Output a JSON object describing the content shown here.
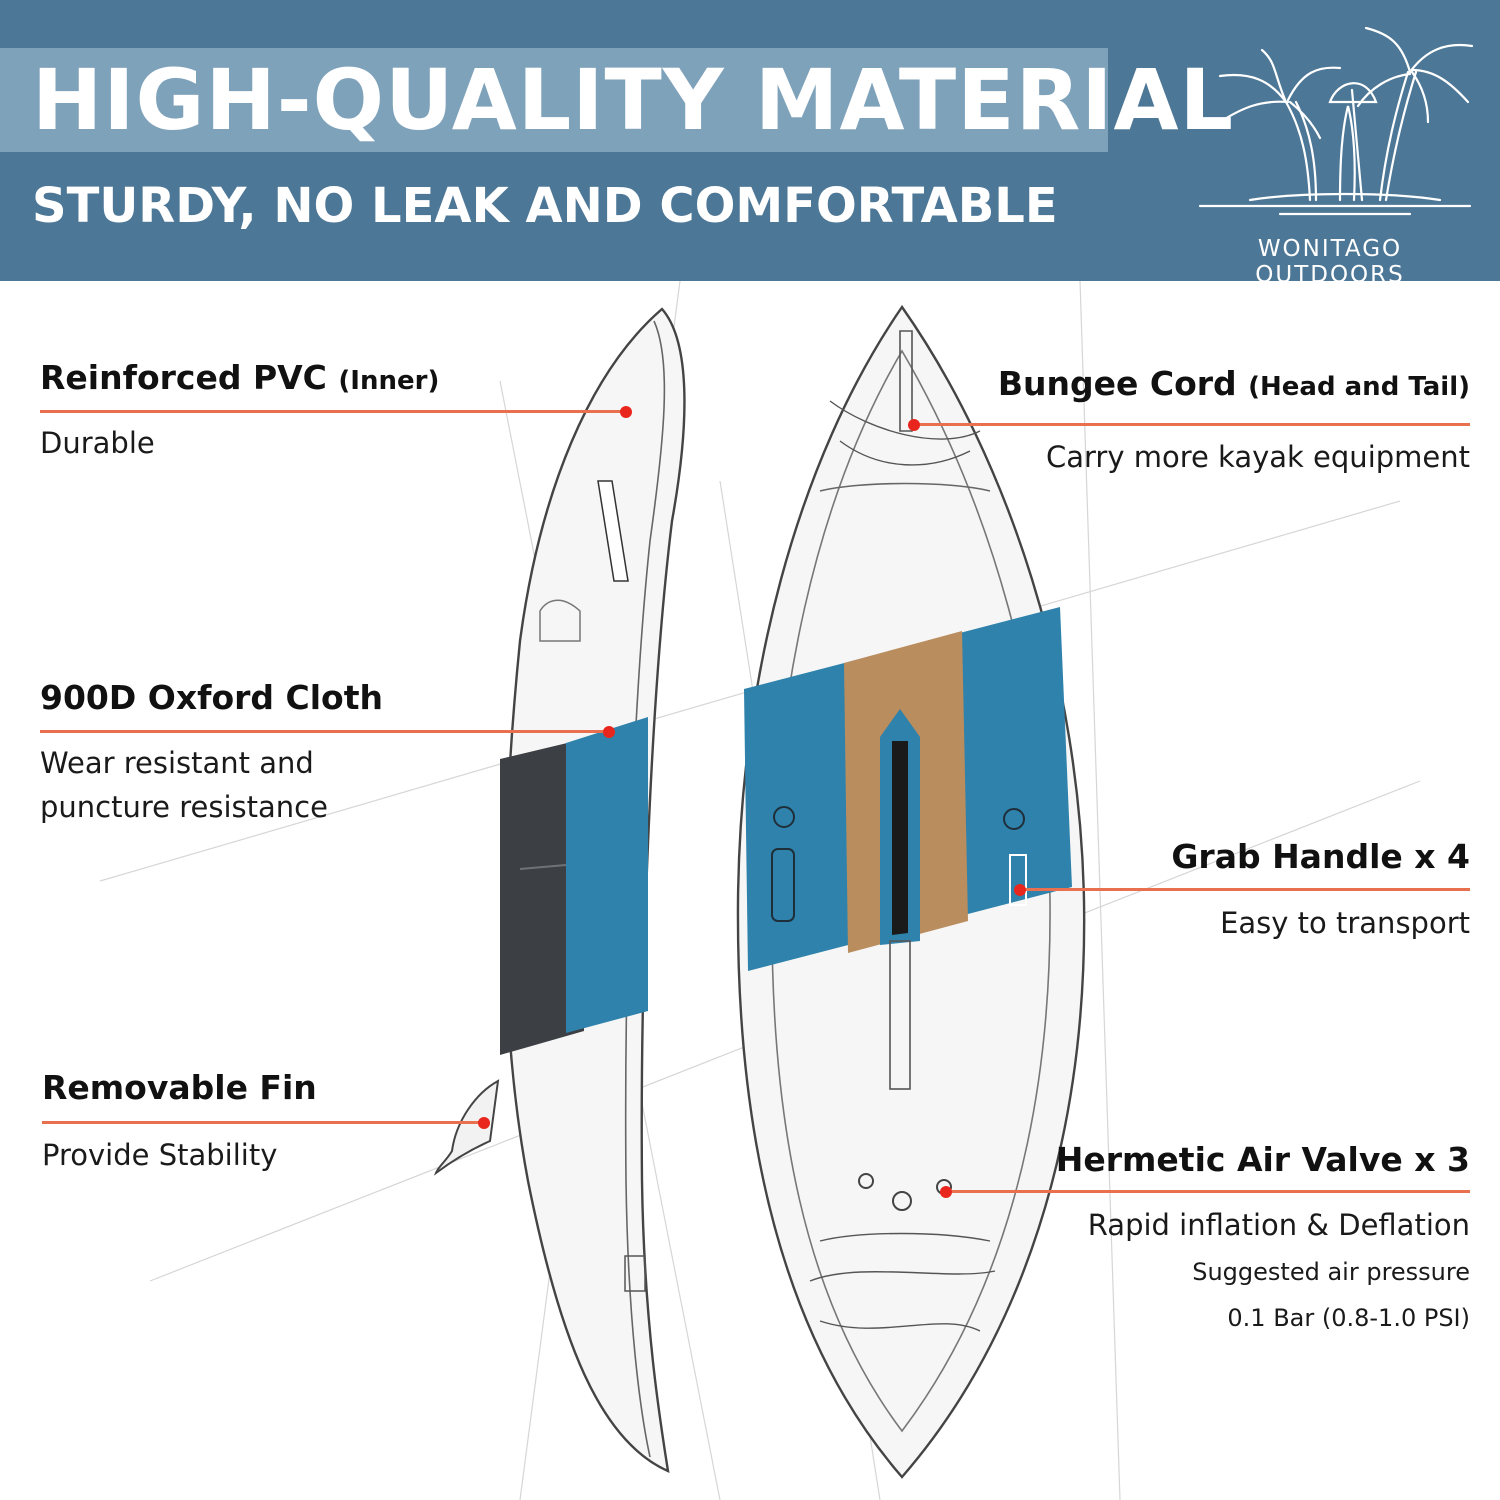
{
  "header": {
    "title": "HIGH-QUALITY MATERIAL",
    "subtitle": "STURDY, NO LEAK AND COMFORTABLE",
    "brand": "WONITAGO OUTDOORS"
  },
  "features": {
    "pvc": {
      "title": "Reinforced PVC",
      "qualifier": "(Inner)",
      "desc": "Durable"
    },
    "oxford": {
      "title": "900D Oxford Cloth",
      "desc_line1": "Wear resistant and",
      "desc_line2": "puncture resistance"
    },
    "fin": {
      "title": "Removable Fin",
      "desc": "Provide Stability"
    },
    "bungee": {
      "title": "Bungee Cord",
      "qualifier": "(Head and Tail)",
      "desc": "Carry more kayak equipment"
    },
    "handle": {
      "title": "Grab Handle x 4",
      "desc": "Easy to transport"
    },
    "valve": {
      "title": "Hermetic Air Valve x 3",
      "desc": "Rapid inflation & Deflation",
      "note_line1": "Suggested air pressure",
      "note_line2": "0.1 Bar (0.8-1.0 PSI)"
    }
  },
  "colors": {
    "header": "#4d7796",
    "title_band": "#7fa2bb",
    "accent_line": "#e8704f",
    "marker": "#e8261d",
    "kayak_blue": "#2e82ab",
    "kayak_floor": "#b98d5e",
    "kayak_dark": "#3c3f44"
  }
}
